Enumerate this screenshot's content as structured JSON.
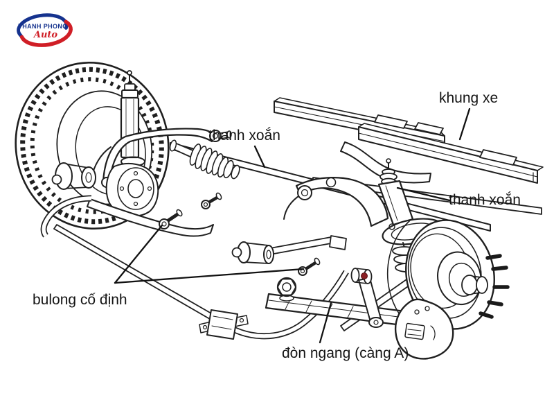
{
  "page": {
    "background": "#ffffff"
  },
  "logo": {
    "line1": "THANH PHONG",
    "line2": "Auto",
    "blue": "#15328e",
    "red": "#d01e26"
  },
  "diagram": {
    "ink": "#1f1f1f",
    "highlight_dot": "#8a1f24",
    "labels": {
      "torsion_bar_top": "thanh xoắn",
      "frame": "khung xe",
      "torsion_bar_right": "thanh xoắn",
      "fixing_bolt": "bulong cố định",
      "control_arm": "đòn ngang (càng A)"
    }
  }
}
